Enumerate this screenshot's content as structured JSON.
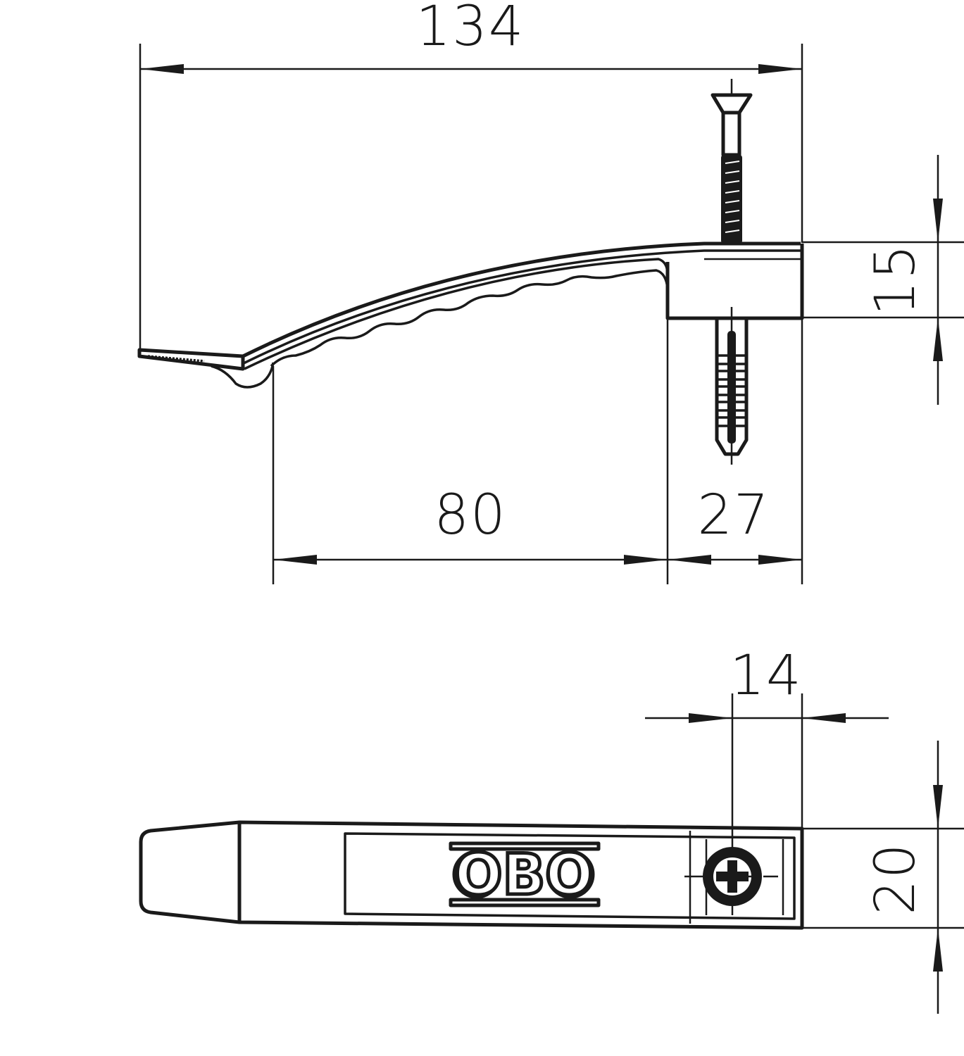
{
  "drawing": {
    "subject": "cable hook with screw and wall plug",
    "colors": {
      "line": "#1a1a1a",
      "background": "#ffffff"
    },
    "side_view": {
      "dimensions": {
        "overall_length": "134",
        "arm_length": "80",
        "base_length": "27",
        "base_height": "15"
      }
    },
    "top_view": {
      "logo": "OBO",
      "dimensions": {
        "hole_offset": "14",
        "width": "20"
      }
    }
  }
}
